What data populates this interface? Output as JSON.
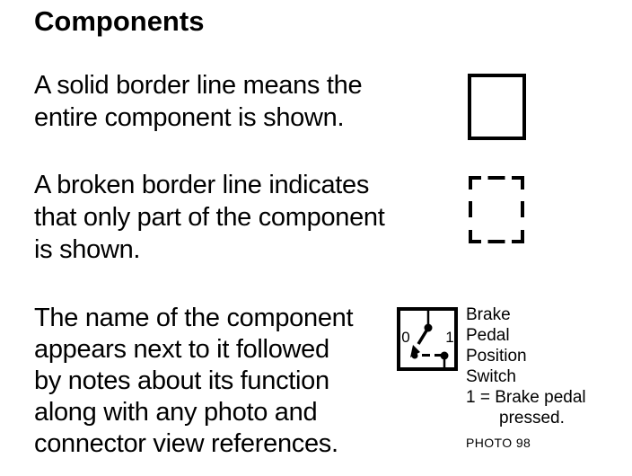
{
  "page": {
    "title": "Components",
    "background_color": "#ffffff",
    "text_color": "#000000"
  },
  "sections": {
    "solid_border": {
      "lines": [
        "A solid border line means the",
        "entire component is shown."
      ],
      "symbol": "solid-border-box"
    },
    "broken_border": {
      "lines": [
        "A broken border line indicates",
        "that only part of the component",
        "is shown."
      ],
      "symbol": "broken-border-box"
    },
    "component_name": {
      "lines": [
        "The name of the component",
        "appears next to it followed",
        "by notes about its function",
        "along with any photo and",
        "connector view references."
      ],
      "symbol": "brake-pedal-position-switch"
    }
  },
  "switch_example": {
    "position_left": "0",
    "position_right": "1",
    "name_lines": [
      "Brake",
      "Pedal",
      "Position",
      "Switch"
    ],
    "note_line_1": "1 = Brake pedal",
    "note_line_2": "pressed.",
    "photo_reference": "PHOTO 98"
  }
}
